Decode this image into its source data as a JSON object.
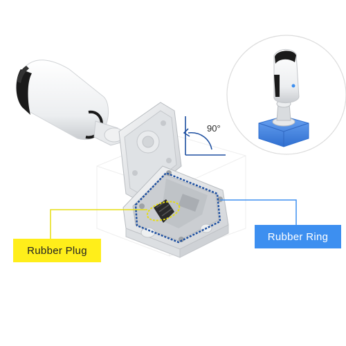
{
  "labels": {
    "rubber_plug": "Rubber Plug",
    "rubber_ring": "Rubber Ring",
    "rotation_angle": "90°"
  },
  "colors": {
    "plug_callout": "#ffee1a",
    "ring_callout": "#3d8ff0",
    "plug_outline": "#e6dd10",
    "ring_outline": "#1d4fa0",
    "inset_base": "#4a86e0",
    "camera_body": "#ffffff",
    "camera_lens": "#1a1a1a",
    "box_gray": "#d6d9dc"
  },
  "icons": {
    "angle_arrow": "curved-arrow-icon",
    "camera_main": "bullet-camera-icon",
    "camera_inset": "bullet-camera-mounted-icon"
  }
}
